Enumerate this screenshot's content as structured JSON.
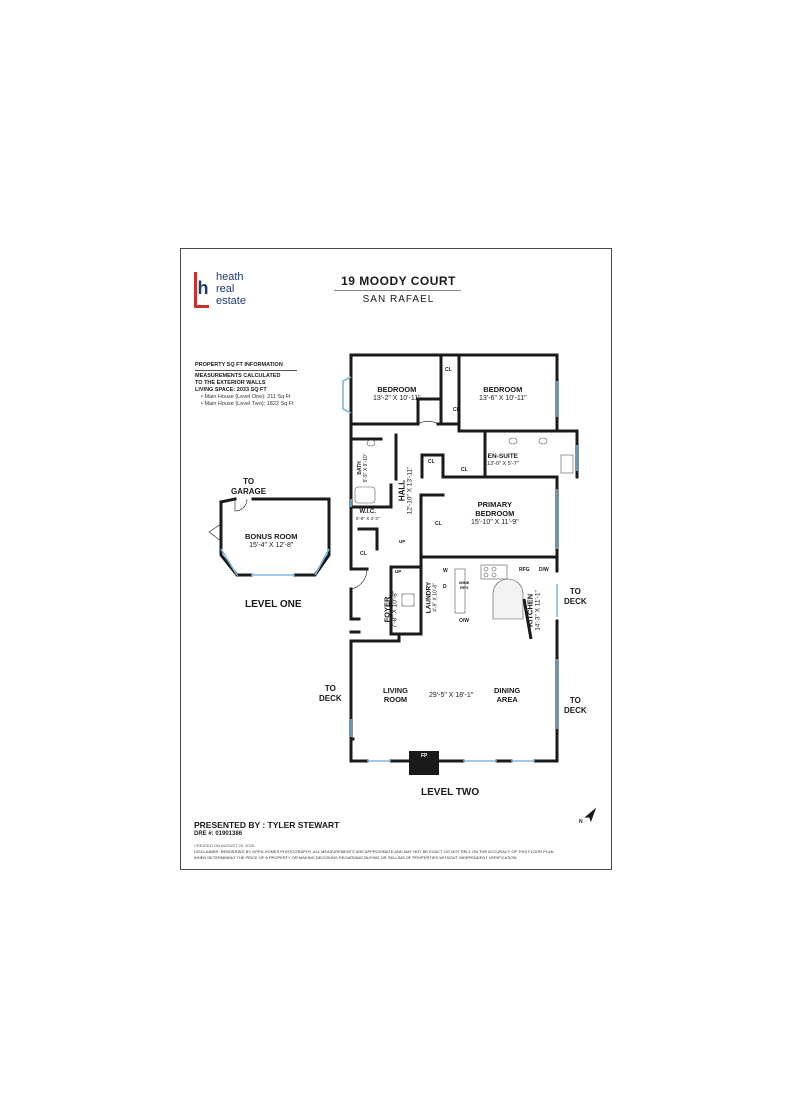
{
  "logo": {
    "line1": "heath",
    "line2": "real",
    "line3": "estate",
    "mark_letter": "h"
  },
  "title": "19 MOODY COURT",
  "subtitle": "SAN RAFAEL",
  "sqft_info": {
    "heading": "PROPERTY SQ FT INFORMATION",
    "calc_line1": "MEASUREMENTS CALCULATED",
    "calc_line2": "TO THE EXTERIOR WALLS",
    "living_space": "LIVING SPACE: 2033 SQ FT",
    "items": [
      "Main House (Level One):  211 Sq Ft",
      "Main House (Level Two):  1822 Sq Ft"
    ]
  },
  "rooms": {
    "bedroom1": {
      "name": "BEDROOM",
      "dims": "13'-2\" X 10'-11\""
    },
    "bedroom2": {
      "name": "BEDROOM",
      "dims": "13'-6\" X 10'-11\""
    },
    "ensuite": {
      "name": "EN-SUITE",
      "dims": "13'-0\" X 5'-7\""
    },
    "primary": {
      "name1": "PRIMARY",
      "name2": "BEDROOM",
      "dims": "15'-10\" X 11'-9\""
    },
    "bath": {
      "name": "BATH",
      "dims": "5'-9\" X 9'-10\""
    },
    "hall": {
      "name": "HALL",
      "dims": "12'-10\" X 13'-11\""
    },
    "wic": {
      "name": "W.I.C.",
      "dims": "5'-9\" X 3'-3\""
    },
    "foyer": {
      "name": "FOYER",
      "dims": "7'-8\" X 10'-8\""
    },
    "laundry": {
      "name": "LAUNDRY",
      "dims": "4'-9\" X 10'-8\""
    },
    "kitchen": {
      "name": "KITCHEN",
      "dims": "14'-3\" X 11'-1\""
    },
    "living": {
      "name1": "LIVING",
      "name2": "ROOM"
    },
    "living_dims": "29'-5\" X 18'-1\"",
    "dining": {
      "name1": "DINING",
      "name2": "AREA"
    },
    "bonus": {
      "name": "BONUS ROOM",
      "dims": "15'-4\" X 12'-8\""
    }
  },
  "small_labels": {
    "cl": "CL",
    "up": "UP",
    "w": "W",
    "d": "D",
    "wine_fridge1": "WINE",
    "wine_fridge2": "RFG",
    "ow": "O/W",
    "rfg": "RFG",
    "dw": "D/W",
    "fp": "FP"
  },
  "directions": {
    "to_garage1": "TO",
    "to_garage2": "GARAGE",
    "to_deck1": "TO",
    "to_deck2": "DECK"
  },
  "levels": {
    "one": "LEVEL ONE",
    "two": "LEVEL TWO"
  },
  "footer": {
    "presented": "PRESENTED BY : TYLER STEWART",
    "dre": "DRE #: 01901386",
    "created": "CREATED ON AUGUST 26, 2025",
    "disclaimer1": "DISCLAIMER: RENDERING BY OPEN HOMES PHOTOGRAPHY. ALL MEASUREMENTS ARE APPROXIMATE AND MAY NOT BE EXACT. DO NOT RELY ON THE ACCURACY OF THIS FLOOR PLAN",
    "disclaimer2": "WHEN DETERMINING THE PRICE OF A PROPERTY OR MAKING DECISIONS REGARDING BUYING OR SELLING OF PROPERTIES WITHOUT INDEPENDENT VERIFICATION."
  },
  "compass": {
    "letter": "N"
  },
  "colors": {
    "wall": "#1a1a1a",
    "window": "#7fb8e0",
    "logo_red": "#c8322b",
    "logo_blue": "#1f3a6b"
  }
}
